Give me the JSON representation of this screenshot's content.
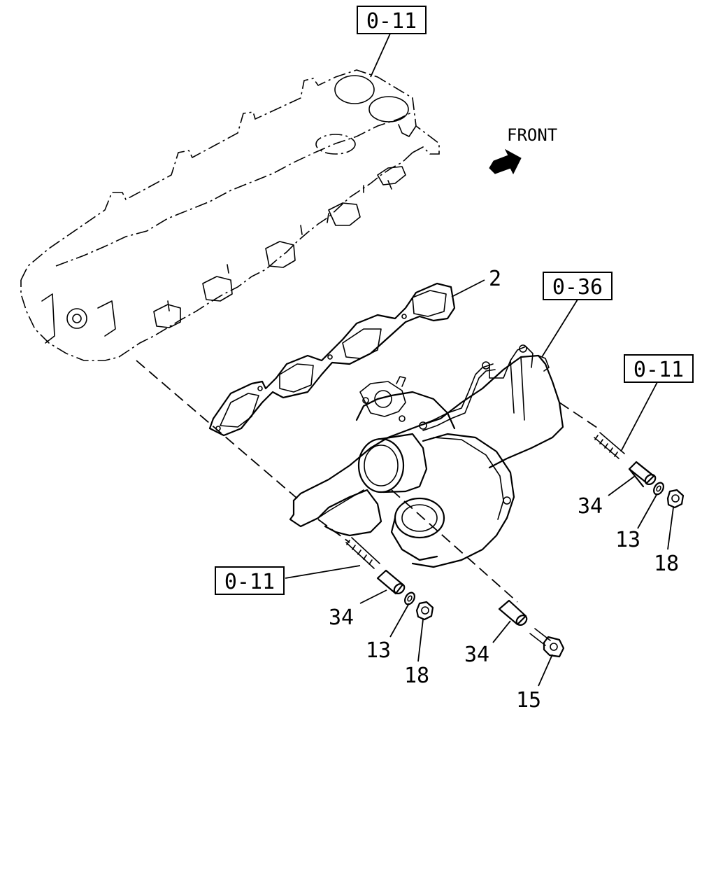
{
  "references": {
    "top": "0-11",
    "turbo": "0-36",
    "right": "0-11",
    "left": "0-11"
  },
  "front_label": "FRONT",
  "callouts": {
    "gasket": "2",
    "spacer_right": "34",
    "washer_right": "13",
    "nut_right": "18",
    "spacer_left": "34",
    "washer_left": "13",
    "nut_left": "18",
    "spacer_bottom": "34",
    "bolt": "15"
  },
  "icons": {
    "front_arrow": "arrow-northeast-icon"
  }
}
